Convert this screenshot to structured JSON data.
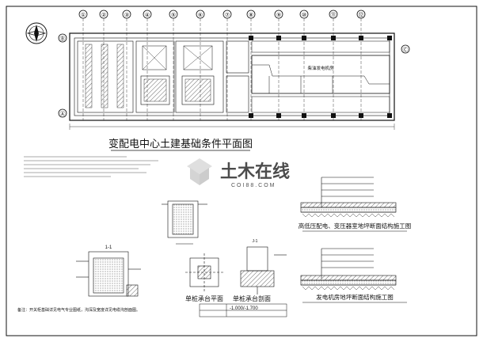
{
  "drawing": {
    "main_title": "变配电中心土建基础条件平面图",
    "axes": {
      "top": [
        "①",
        "②",
        "③",
        "④",
        "⑤",
        "⑥",
        "⑦",
        "⑧",
        "⑨",
        "⑩",
        "⑪",
        "⑫"
      ],
      "left_top": "Ⓑ",
      "left_bottom": "Ⓐ",
      "right": "Ⓒ"
    },
    "room_label": "柴油发电机房",
    "section_label": "1-1",
    "pile_plan_title": "单桩承台平面",
    "pile_section_title": "单桩承台剖面",
    "pile_elevation": "-1.000/-1.700",
    "pile_tag": "J-1",
    "caption_left": "备注：开关柜基础详见电气专业图纸，沟深及宽度详见电缆沟剖面图。",
    "detail1_title": "高低压配电、变压器室地坪断面结构施工图",
    "detail2_title": "发电机房地坪断面结构施工图"
  },
  "watermark": {
    "text": "土木在线",
    "sub": "COI88.COM",
    "color": "#c9c9c9"
  },
  "colors": {
    "line": "#111111",
    "hatch": "#444444",
    "paper": "#ffffff"
  }
}
